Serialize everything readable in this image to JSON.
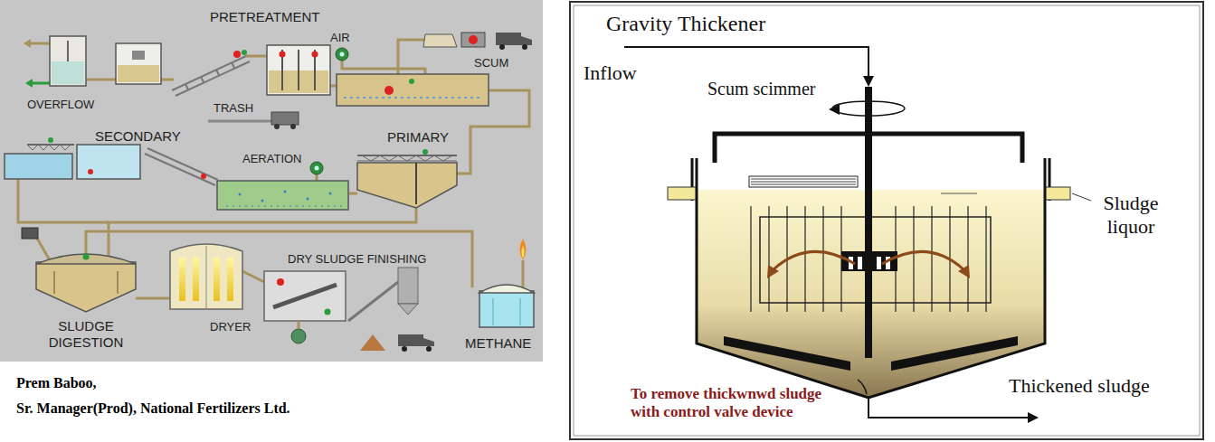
{
  "diagram": {
    "labels": [
      "PRETREATMENT",
      "AIR",
      "SCUM",
      "OVERFLOW",
      "TRASH",
      "SECONDARY",
      "AERATION",
      "PRIMARY",
      "SLUDGE DIGESTION",
      "DRYER",
      "DRY SLUDGE FINISHING",
      "METHANE",
      "Prem Baboo,",
      "Sr. Manager(Prod), National Fertilizers Ltd.",
      "Gravity Thickener",
      "Inflow",
      "Scum scimmer",
      "Sludge liquor",
      "Thickened sludge",
      "To remove thickwnwd sludge with control valve device"
    ]
  }
}
